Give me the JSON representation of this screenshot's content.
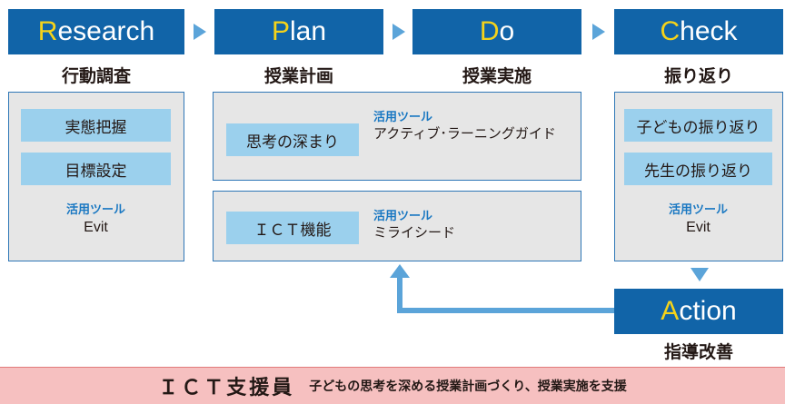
{
  "stages": {
    "research": {
      "initial": "R",
      "rest": "esearch",
      "sub": "行動調査"
    },
    "plan": {
      "initial": "P",
      "rest": "lan",
      "sub": "授業計画"
    },
    "do": {
      "initial": "D",
      "rest": "o",
      "sub": "授業実施"
    },
    "check": {
      "initial": "C",
      "rest": "heck",
      "sub": "振り返り"
    },
    "action": {
      "initial": "A",
      "rest": "ction",
      "sub": "指導改善"
    }
  },
  "research_panel": {
    "items": [
      "実態把握",
      "目標設定"
    ],
    "tool_label": "活用ツール",
    "tool_value": "Evit"
  },
  "plan_panel_top": {
    "item": "思考の深まり",
    "tool_label": "活用ツール",
    "tool_value": "アクティブ･ラーニングガイド"
  },
  "plan_panel_bottom": {
    "item": "ＩＣＴ機能",
    "tool_label": "活用ツール",
    "tool_value": "ミライシード"
  },
  "check_panel": {
    "items": [
      "子どもの振り返り",
      "先生の振り返り"
    ],
    "tool_label": "活用ツール",
    "tool_value": "Evit"
  },
  "footer": {
    "title": "ＩＣＴ支援員",
    "desc": "子どもの思考を深める授業計画づくり、授業実施を支援"
  },
  "colors": {
    "header_bg": "#1164a8",
    "initial": "#f5d31a",
    "pill": "#9bd0ed",
    "panel": "#e6e6e6",
    "arrow": "#5ba4d9",
    "tool_label": "#1a78c2",
    "footer_bg": "#f6c0c0"
  },
  "icons": [
    "arrow-right-icon",
    "arrow-down-icon",
    "feedback-arrow-icon"
  ]
}
